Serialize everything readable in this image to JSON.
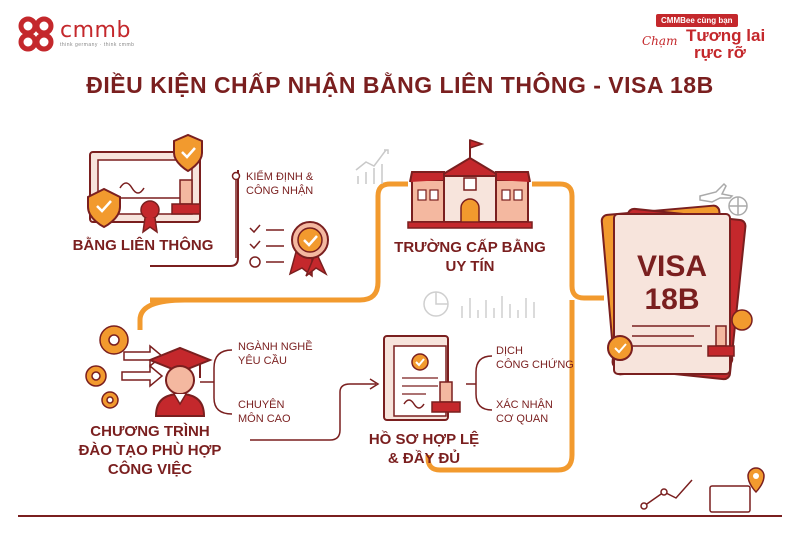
{
  "brand": {
    "name": "cmmb",
    "tagline": "think germany · think cmmb"
  },
  "slogan": {
    "pill": "CMMBee cùng bạn",
    "script": "Chạm",
    "line1": "Tương lai",
    "line2": "rực rỡ"
  },
  "title": "ĐIỀU KIỆN CHẤP NHẬN BẰNG LIÊN THÔNG - VISA 18B",
  "nodes": {
    "degree": {
      "label": "BẰNG LIÊN THÔNG",
      "sub1": "KIỂM ĐỊNH &",
      "sub2": "CÔNG NHẬN"
    },
    "school": {
      "label1": "TRƯỜNG CẤP BẰNG",
      "label2": "UY TÍN"
    },
    "program": {
      "label1": "CHƯƠNG TRÌNH",
      "label2": "ĐÀO TẠO PHÙ HỢP",
      "label3": "CÔNG VIỆC",
      "sub_a1": "NGÀNH NGHỀ",
      "sub_a2": "YÊU CẦU",
      "sub_b1": "CHUYÊN",
      "sub_b2": "MÔN CAO"
    },
    "docs": {
      "label1": "HỒ SƠ HỢP LỆ",
      "label2": "& ĐẦY ĐỦ",
      "sub_a1": "DỊCH",
      "sub_a2": "CÔNG CHỨNG",
      "sub_b1": "XÁC NHẬN",
      "sub_b2": "CƠ QUAN"
    },
    "visa": {
      "line1": "VISA",
      "line2": "18B"
    }
  },
  "colors": {
    "dark_red": "#7a1f1f",
    "brand_red": "#c4282c",
    "orange": "#f29a2e",
    "peach": "#f4b8a0",
    "light": "#f7e4dc"
  }
}
